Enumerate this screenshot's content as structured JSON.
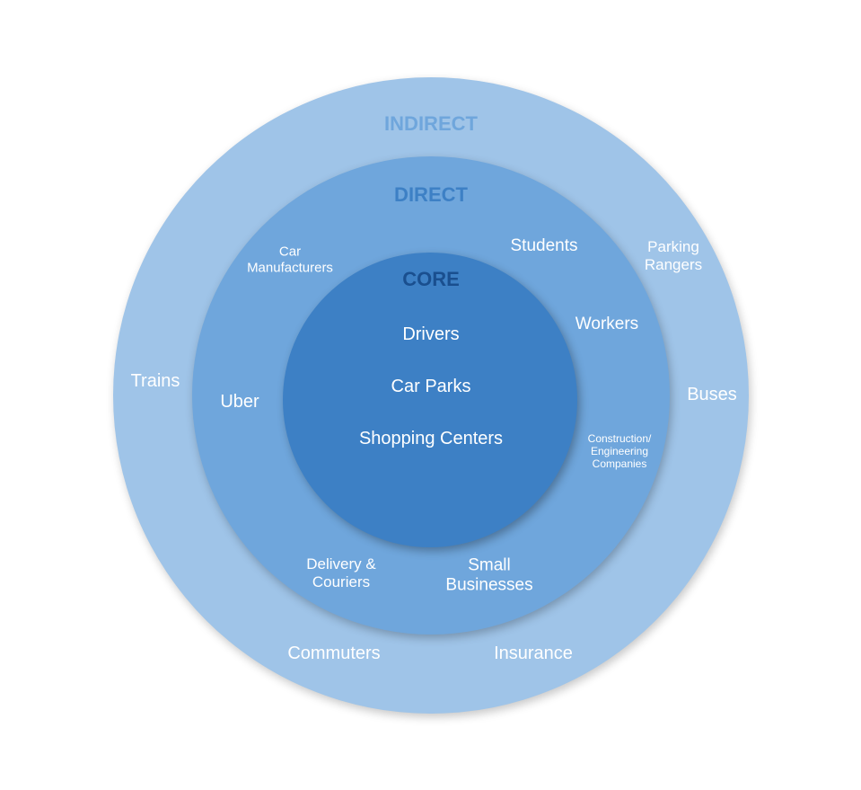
{
  "rings": {
    "indirect": {
      "title": "INDIRECT",
      "items": [
        "Trains",
        "Parking Rangers",
        "Buses",
        "Commuters",
        "Insurance"
      ]
    },
    "direct": {
      "title": "DIRECT",
      "items": [
        "Car Manufacturers",
        "Students",
        "Workers",
        "Uber",
        "Construction/ Engineering Companies",
        "Delivery & Couriers",
        "Small Businesses"
      ]
    },
    "core": {
      "title": "CORE",
      "items": [
        "Drivers",
        "Car Parks",
        "Shopping Centers"
      ]
    }
  },
  "labels": {
    "trains": "Trains",
    "parking_rangers_1": "Parking",
    "parking_rangers_2": "Rangers",
    "buses": "Buses",
    "commuters": "Commuters",
    "insurance": "Insurance",
    "car_manufacturers_1": "Car",
    "car_manufacturers_2": "Manufacturers",
    "students": "Students",
    "workers": "Workers",
    "uber": "Uber",
    "construction_1": "Construction/",
    "construction_2": "Engineering",
    "construction_3": "Companies",
    "delivery_1": "Delivery &",
    "delivery_2": "Couriers",
    "small_businesses_1": "Small",
    "small_businesses_2": "Businesses",
    "drivers": "Drivers",
    "car_parks": "Car Parks",
    "shopping_centers": "Shopping Centers"
  },
  "colors": {
    "indirect_ring": "#9fc4e8",
    "direct_ring": "#6fa6dc",
    "core_ring": "#3d80c5",
    "core_title": "#1a4f8f",
    "label_text": "#ffffff"
  }
}
